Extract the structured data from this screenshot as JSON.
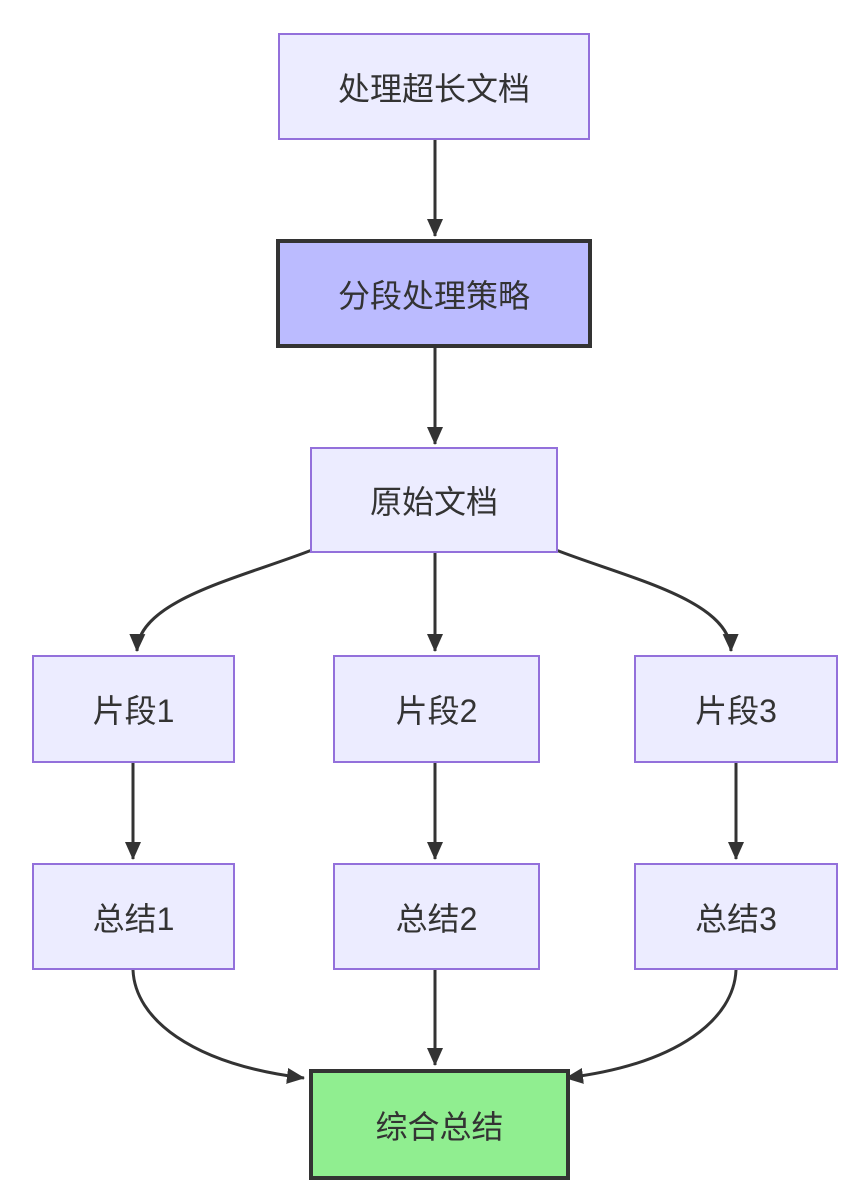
{
  "colors": {
    "background": "#ffffff",
    "node_fill": "#ECECFF",
    "node_border": "#9370DB",
    "highlight_fill": "#BBBBFF",
    "final_fill": "#90EE90",
    "dark_border": "#333333",
    "edge": "#333333",
    "text": "#333333"
  },
  "nodes": {
    "doc": {
      "label": "处理超长文档"
    },
    "strategy": {
      "label": "分段处理策略"
    },
    "original": {
      "label": "原始文档"
    },
    "seg1": {
      "label": "片段1"
    },
    "seg2": {
      "label": "片段2"
    },
    "seg3": {
      "label": "片段3"
    },
    "sum1": {
      "label": "总结1"
    },
    "sum2": {
      "label": "总结2"
    },
    "sum3": {
      "label": "总结3"
    },
    "final": {
      "label": "综合总结"
    }
  },
  "edges": [
    {
      "from": "doc",
      "to": "strategy"
    },
    {
      "from": "strategy",
      "to": "original"
    },
    {
      "from": "original",
      "to": "seg1"
    },
    {
      "from": "original",
      "to": "seg2"
    },
    {
      "from": "original",
      "to": "seg3"
    },
    {
      "from": "seg1",
      "to": "sum1"
    },
    {
      "from": "seg2",
      "to": "sum2"
    },
    {
      "from": "seg3",
      "to": "sum3"
    },
    {
      "from": "sum1",
      "to": "final"
    },
    {
      "from": "sum2",
      "to": "final"
    },
    {
      "from": "sum3",
      "to": "final"
    }
  ]
}
